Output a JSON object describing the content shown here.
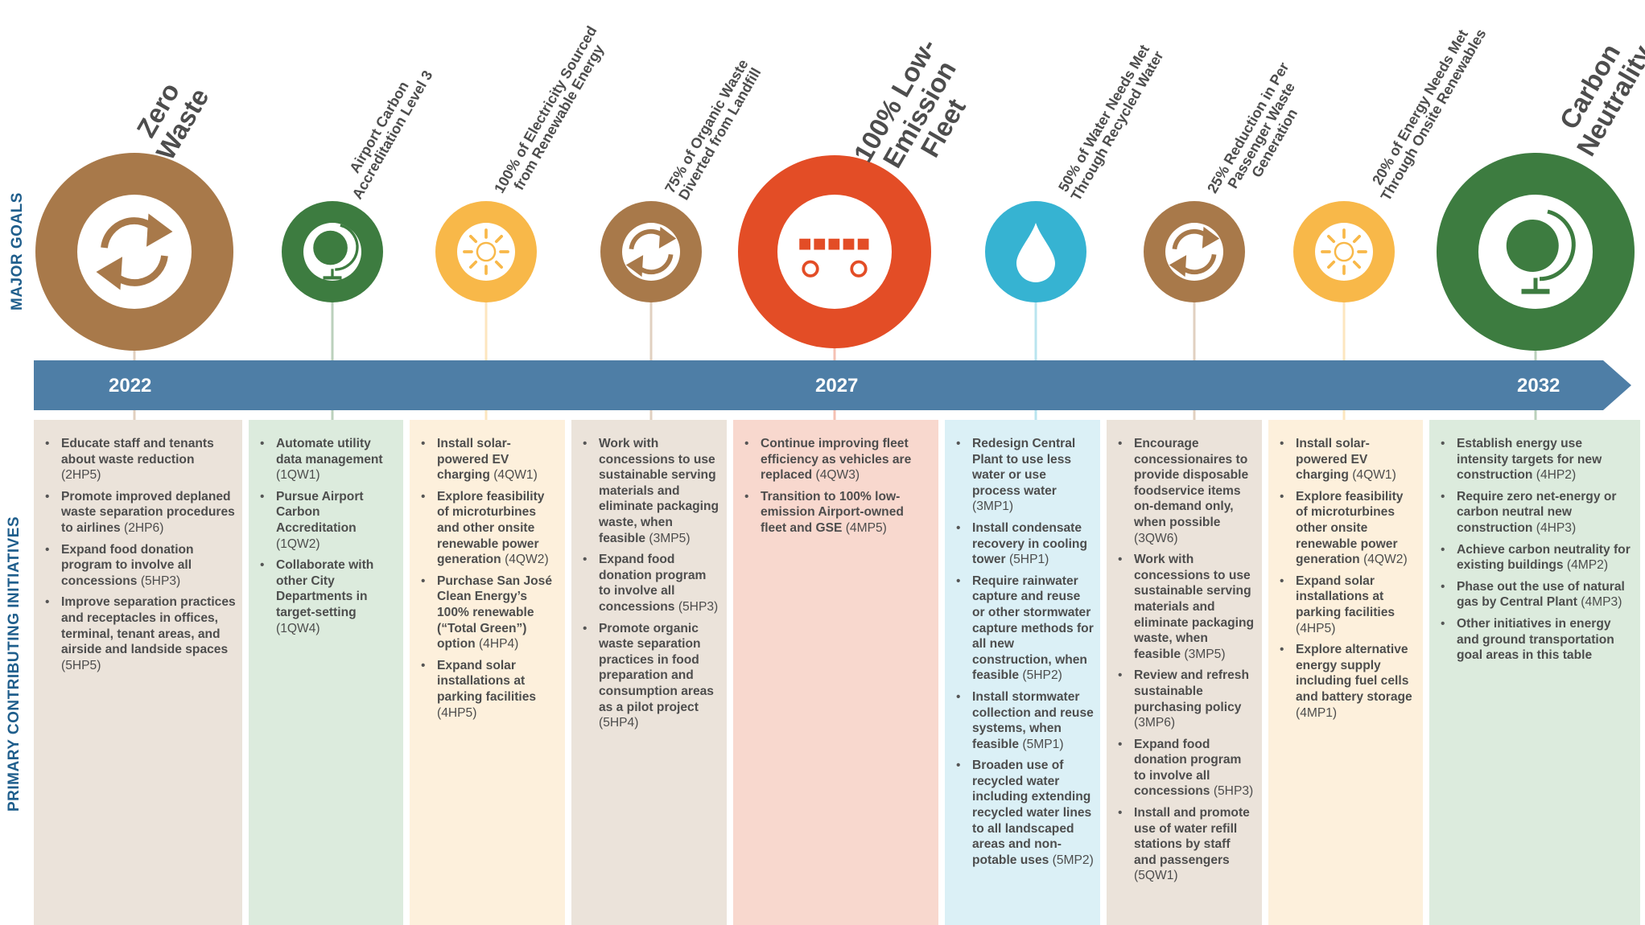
{
  "side_labels": {
    "goals": "MAJOR GOALS",
    "initiatives": "PRIMARY CONTRIBUTING INITIATIVES"
  },
  "colors": {
    "brown": "#a8794a",
    "green": "#3d7c40",
    "yellow": "#f8b849",
    "red": "#e34d26",
    "blue": "#36b3d2",
    "timeline": "#4e7ea6",
    "heading": "#1f5e8c"
  },
  "timeline": {
    "years": [
      "2022",
      "2027",
      "2032"
    ]
  },
  "goals": [
    {
      "lines": [
        "Zero",
        "Waste"
      ],
      "icon": "recycle-arrows-icon",
      "color": "brown",
      "size": "large"
    },
    {
      "lines": [
        "Airport Carbon",
        "Accreditation Level 3"
      ],
      "icon": "globe-icon",
      "color": "green",
      "size": "small"
    },
    {
      "lines": [
        "100% of Electricity Sourced",
        "from Renewable Energy"
      ],
      "icon": "sun-icon",
      "color": "yellow",
      "size": "small"
    },
    {
      "lines": [
        "75% of Organic Waste",
        "Diverted from Landfill"
      ],
      "icon": "recycle-arrows-icon",
      "color": "brown",
      "size": "small"
    },
    {
      "lines": [
        "100% Low-",
        "Emission",
        "Fleet"
      ],
      "icon": "bus-icon",
      "color": "red",
      "size": "large"
    },
    {
      "lines": [
        "50% of Water Needs Met",
        "Through Recycled Water"
      ],
      "icon": "water-drop-icon",
      "color": "blue",
      "size": "small"
    },
    {
      "lines": [
        "25% Reduction in Per",
        "Passenger Waste",
        "Generation"
      ],
      "icon": "recycle-arrows-icon",
      "color": "brown",
      "size": "small"
    },
    {
      "lines": [
        "20% of Energy Needs Met",
        "Through Onsite Renewables"
      ],
      "icon": "sun-icon",
      "color": "yellow",
      "size": "small"
    },
    {
      "lines": [
        "Carbon",
        "Neutrality"
      ],
      "icon": "globe-icon",
      "color": "green",
      "size": "large"
    }
  ],
  "columns": [
    {
      "bg": "#ebe3da",
      "items": [
        {
          "text": "Educate staff and tenants about waste reduction",
          "code": "(2HP5)"
        },
        {
          "text": "Promote improved deplaned waste separation procedures to airlines",
          "code": "(2HP6)"
        },
        {
          "text": "Expand food donation program to involve all concessions",
          "code": "(5HP3)"
        },
        {
          "text": "Improve separation practices and receptacles in offices, terminal, tenant areas, and airside and landside spaces",
          "code": "(5HP5)"
        }
      ]
    },
    {
      "bg": "#dcebdd",
      "items": [
        {
          "text": "Automate utility data management",
          "code": "(1QW1)"
        },
        {
          "text": "Pursue Airport Carbon Accreditation",
          "code": "(1QW2)"
        },
        {
          "text": "Collaborate with other City Departments in target-setting",
          "code": "(1QW4)"
        }
      ]
    },
    {
      "bg": "#fdf0dc",
      "items": [
        {
          "text": "Install solar-powered EV charging",
          "code": "(4QW1)"
        },
        {
          "text": "Explore feasibility of microturbines and other onsite renewable power generation",
          "code": "(4QW2)"
        },
        {
          "text": "Purchase San José Clean Energy’s 100% renewable (“Total Green”) option",
          "code": "(4HP4)"
        },
        {
          "text": "Expand solar installations at parking facilities",
          "code": "(4HP5)"
        }
      ]
    },
    {
      "bg": "#ebe3da",
      "items": [
        {
          "text": "Work with concessions to use sustainable serving materials and eliminate packaging waste, when feasible",
          "code": "(3MP5)"
        },
        {
          "text": "Expand food donation program to involve all concessions",
          "code": "(5HP3)"
        },
        {
          "text": "Promote organic waste separation practices in food preparation and consumption areas as a pilot project",
          "code": "(5HP4)"
        }
      ]
    },
    {
      "bg": "#f8d8ce",
      "items": [
        {
          "text": "Continue improving fleet efficiency as vehicles are replaced",
          "code": "(4QW3)"
        },
        {
          "text": "Transition to 100% low-emission Airport-owned fleet and GSE",
          "code": "(4MP5)"
        }
      ]
    },
    {
      "bg": "#dbf0f6",
      "items": [
        {
          "text": "Redesign Central Plant to use less water or use process water",
          "code": "(3MP1)"
        },
        {
          "text": "Install condensate recovery in cooling tower",
          "code": "(5HP1)"
        },
        {
          "text": "Require rainwater capture and reuse or other stormwater capture methods for all new construction, when feasible",
          "code": "(5HP2)"
        },
        {
          "text": "Install stormwater collection and reuse systems, when feasible",
          "code": "(5MP1)"
        },
        {
          "text": "Broaden use of recycled water including extending recycled water lines to all landscaped areas and non-potable uses",
          "code": "(5MP2)"
        }
      ]
    },
    {
      "bg": "#ebe3da",
      "items": [
        {
          "text": "Encourage concessionaires to provide disposable foodservice items on-demand only, when possible",
          "code": "(3QW6)"
        },
        {
          "text": "Work with concessions to use sustainable serving materials and eliminate packaging waste, when feasible",
          "code": "(3MP5)"
        },
        {
          "text": "Review and refresh sustainable purchasing policy",
          "code": "(3MP6)"
        },
        {
          "text": "Expand food donation program to involve all concessions",
          "code": "(5HP3)"
        },
        {
          "text": "Install and promote use of water refill stations by staff and passengers",
          "code": "(5QW1)"
        }
      ]
    },
    {
      "bg": "#fdf0dc",
      "items": [
        {
          "text": "Install solar-powered EV charging",
          "code": "(4QW1)"
        },
        {
          "text": "Explore feasibility of microturbines other onsite renewable power generation",
          "code": "(4QW2)"
        },
        {
          "text": "Expand solar installations at parking facilities",
          "code": "(4HP5)"
        },
        {
          "text": "Explore alternative energy supply including fuel cells and battery storage",
          "code": "(4MP1)"
        }
      ]
    },
    {
      "bg": "#dcebdd",
      "items": [
        {
          "text": "Establish energy use intensity targets for new construction",
          "code": "(4HP2)"
        },
        {
          "text": "Require zero net-energy or carbon neutral new construction",
          "code": "(4HP3)"
        },
        {
          "text": "Achieve carbon neutrality for existing buildings",
          "code": "(4MP2)"
        },
        {
          "text": "Phase out the use of natural gas by Central Plant",
          "code": "(4MP3)"
        },
        {
          "text": "Other initiatives in energy and ground transportation goal areas in this table",
          "code": ""
        }
      ]
    }
  ]
}
